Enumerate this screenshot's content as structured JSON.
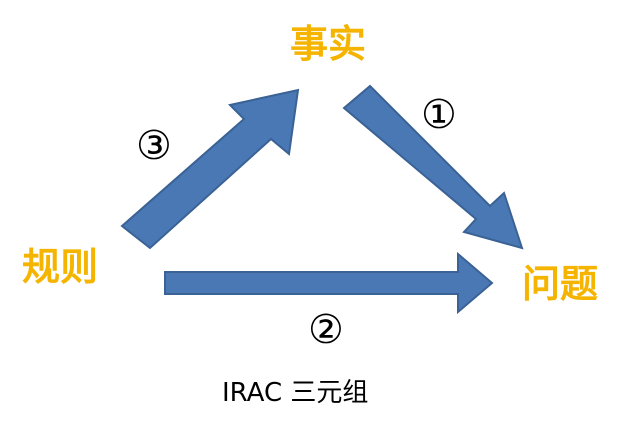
{
  "nodes": {
    "fact": "事实",
    "rule": "规则",
    "issue": "问题"
  },
  "steps": {
    "one": "①",
    "two": "②",
    "three": "③"
  },
  "caption": "IRAC 三元组",
  "colors": {
    "arrow_fill": "#4a78b5",
    "arrow_stroke": "#3a6294",
    "label": "#f5b400"
  }
}
